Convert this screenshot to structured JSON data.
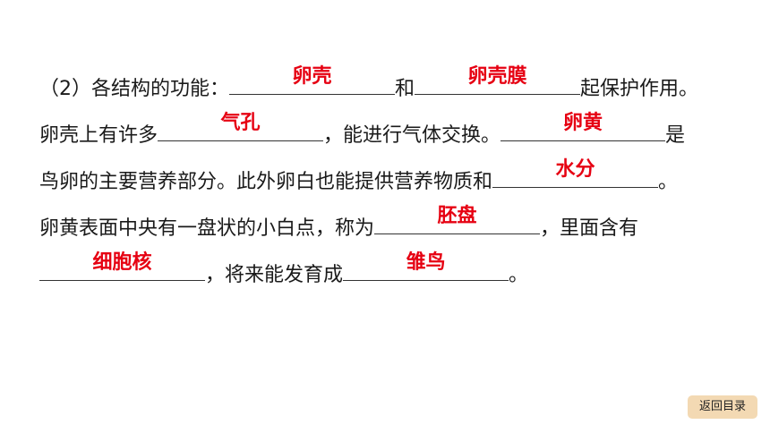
{
  "content": {
    "line1": {
      "prefix": "（2）各结构的功能：",
      "answer1": "卵壳",
      "mid": "和",
      "answer2": "卵壳膜",
      "suffix": "起保护作用。"
    },
    "line2": {
      "prefix": "卵壳上有许多",
      "answer1": "气孔",
      "mid": "，能进行气体交换。",
      "answer2": "卵黄",
      "suffix": "是"
    },
    "line3": {
      "prefix": "鸟卵的主要营养部分。此外卵白也能提供营养物质和",
      "answer1": "水分",
      "suffix": "。"
    },
    "line4": {
      "prefix": "卵黄表面中央有一盘状的小白点，称为",
      "answer1": "胚盘",
      "suffix": "，里面含有"
    },
    "line5": {
      "answer1": "细胞核",
      "mid": "，将来能发育成",
      "answer2": "雏鸟",
      "suffix": "。"
    }
  },
  "nav": {
    "back_label": "返回目录"
  },
  "colors": {
    "answer": "#e60012",
    "text": "#1a1a1a",
    "back_button_bg": "#f3d9b3"
  }
}
